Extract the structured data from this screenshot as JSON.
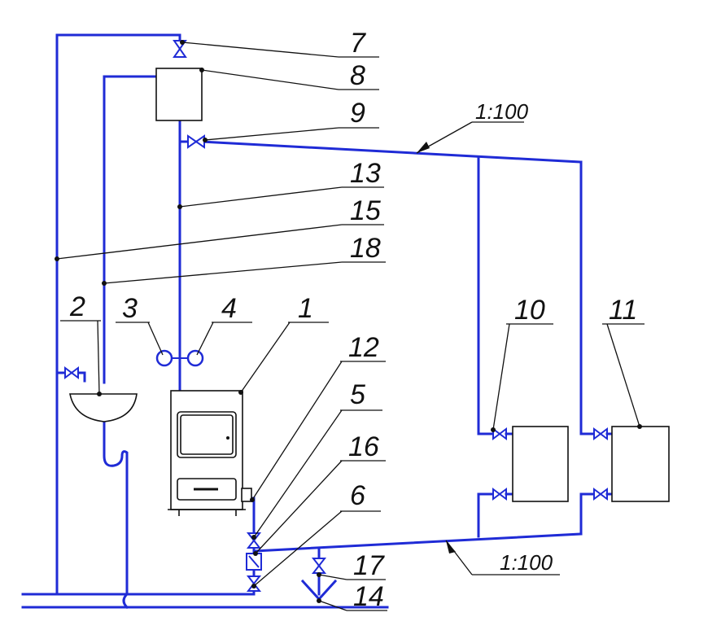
{
  "labels": {
    "l1": "1",
    "l2": "2",
    "l3": "3",
    "l4": "4",
    "l5": "5",
    "l6": "6",
    "l7": "7",
    "l8": "8",
    "l9": "9",
    "l10": "10",
    "l11": "11",
    "l12": "12",
    "l13": "13",
    "l14": "14",
    "l15": "15",
    "l16": "16",
    "l17": "17",
    "l18": "18"
  },
  "slopes": {
    "supply": "1:100",
    "return": "1:100"
  },
  "colors": {
    "pipe": "#1f2bd6",
    "ink": "#111111"
  }
}
